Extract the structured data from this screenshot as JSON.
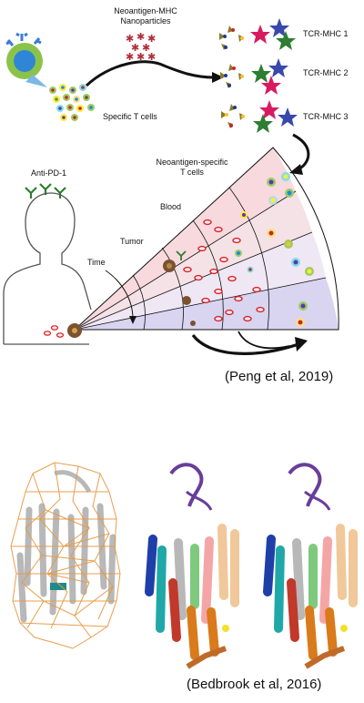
{
  "figure1": {
    "label_nanoparticles": [
      "Neoantigen-MHC",
      "Nanoparticles"
    ],
    "label_specific_tcells": "Specific T cells",
    "label_tcr_mhc": [
      "TCR-MHC 1",
      "TCR-MHC 2",
      "TCR-MHC 3"
    ],
    "label_neoantigen_tcells": [
      "Neoantigen-specific",
      "T cells"
    ],
    "label_anti_pd1": "Anti-PD-1",
    "label_blood": "Blood",
    "label_tumor": "Tumor",
    "label_time": "Time",
    "caption": "(Peng et al, 2019)"
  },
  "figure2": {
    "caption": "(Bedbrook et al, 2016)"
  },
  "colors": {
    "blood_band": "#f7d9de",
    "tumor_band": "#efe7f4",
    "time_band": "#d9d4f0",
    "rbc_red": "#d8202a",
    "structure_orange": "#e79a45",
    "helix_gray": "#b8b8b8"
  }
}
